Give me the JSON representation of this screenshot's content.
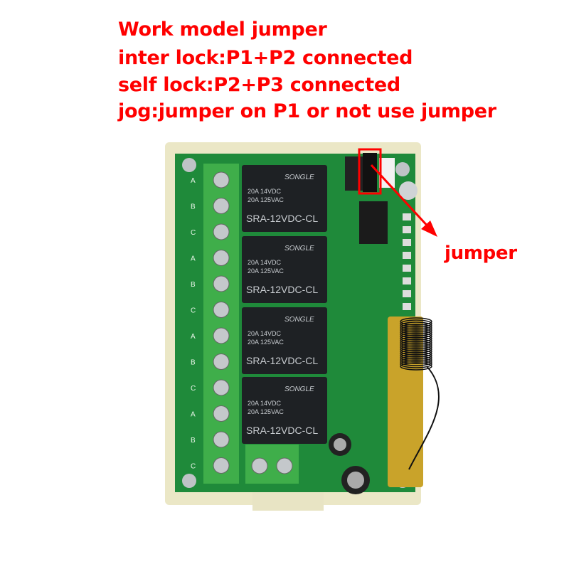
{
  "annotations": {
    "title": "Work model jumper",
    "line1": "inter lock:P1+P2 connected",
    "line2": "self lock:P2+P3 connected",
    "line3": "jog:jumper on P1 or not use jumper",
    "callout": "jumper"
  },
  "board": {
    "relay_brand": "SONGLE",
    "relay_rating1": "20A 14VDC",
    "relay_rating2": "20A 125VAC",
    "relay_model": "SRA-12VDC-CL",
    "terminal_labels": [
      "A",
      "B",
      "C"
    ],
    "relay_count": 4
  },
  "colors": {
    "annotation": "#ff0000",
    "pcb": "#1f8a3a",
    "enclosure": "#ece8c8",
    "terminal": "#3fae4a",
    "relay": "#1e2124"
  }
}
